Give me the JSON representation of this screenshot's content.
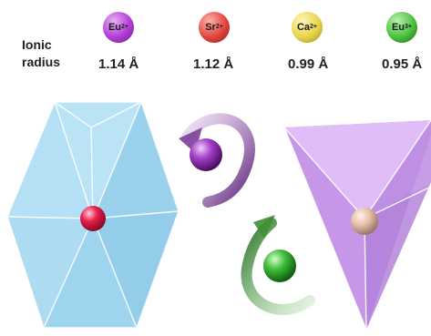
{
  "label": {
    "line1": "Ionic",
    "line2": "radius"
  },
  "ions": [
    {
      "base": "Eu",
      "charge": "2+",
      "radius": "1.14 Å",
      "color": "#b23cd6"
    },
    {
      "base": "Sr",
      "charge": "2+",
      "radius": "1.12 Å",
      "color": "#e2453d"
    },
    {
      "base": "Ca",
      "charge": "2+",
      "radius": "0.99 Å",
      "color": "#e8d44a"
    },
    {
      "base": "Eu",
      "charge": "3+",
      "radius": "0.95 Å",
      "color": "#4cc03f"
    }
  ],
  "colors": {
    "polyhedron_blue": "#8fd0ee",
    "polyhedron_purple": "#cf9ff0",
    "arrow_purple": "#7d3f98",
    "arrow_green": "#3f8f35",
    "center_ion_red": "#e8204b",
    "center_ion_tetra": "#e6c0aa",
    "moving_ion_purple": "#a540c8",
    "moving_ion_green": "#3fbf3a"
  }
}
